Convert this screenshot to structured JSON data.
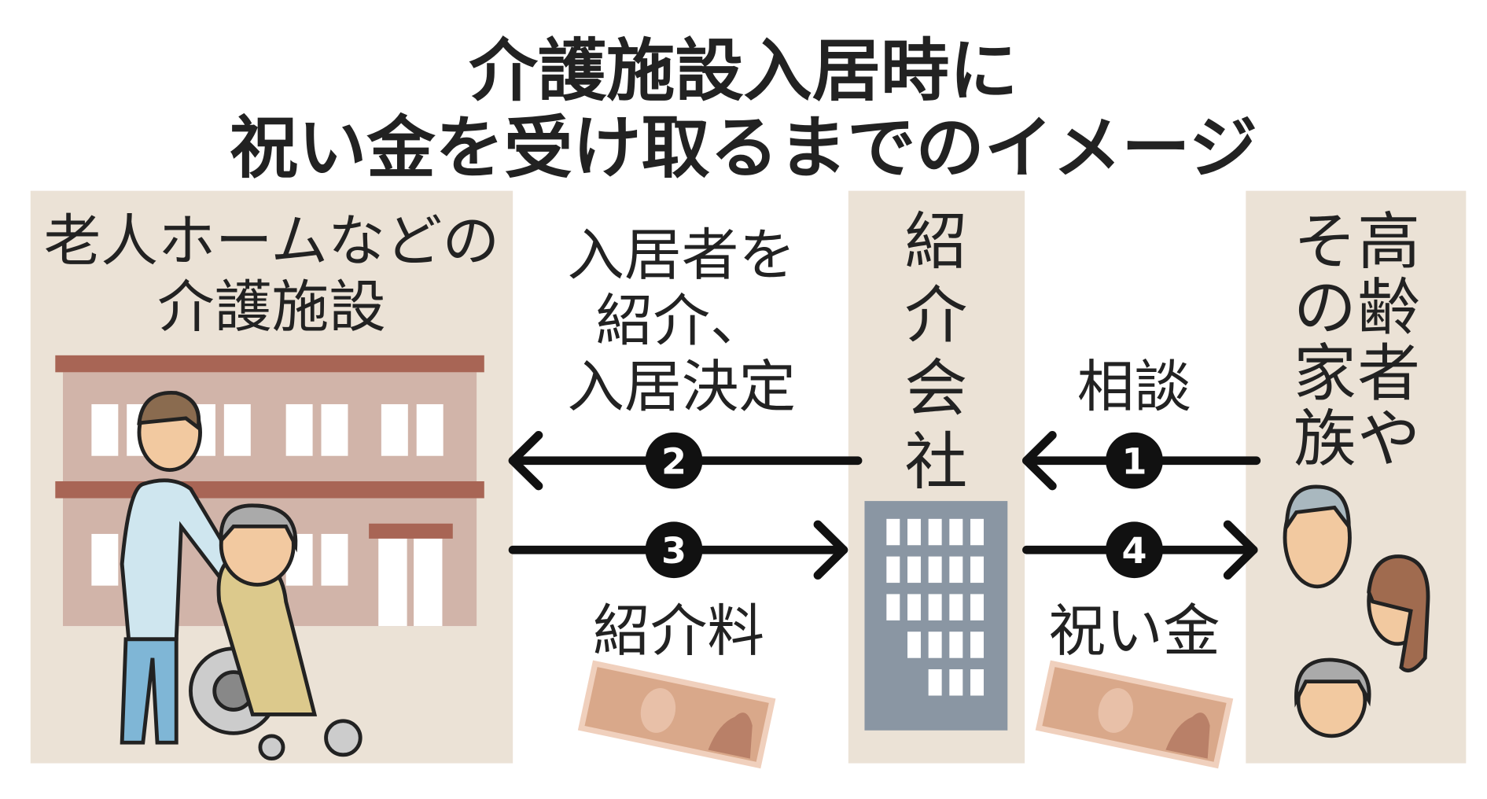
{
  "title": {
    "line1": "介護施設入居時に",
    "line2": "祝い金を受け取るまでのイメージ"
  },
  "facility": {
    "line1": "老人ホームなどの",
    "line2": "介護施設"
  },
  "agency": {
    "chars": [
      "紹",
      "介",
      "会",
      "社"
    ]
  },
  "family": {
    "col1": [
      "高",
      "齢",
      "者",
      "や"
    ],
    "col2": [
      "そ",
      "の",
      "家",
      "族"
    ]
  },
  "flows": {
    "introduce": {
      "line1": "入居者を",
      "line2": "紹介、",
      "line3": "入居決定",
      "step": "2"
    },
    "consult": {
      "label": "相談",
      "step": "1"
    },
    "fee": {
      "label": "紹介料",
      "step": "3"
    },
    "gift": {
      "label": "祝い金",
      "step": "4"
    }
  },
  "colors": {
    "panel": "#ebe2d6",
    "roof": "#a86555",
    "wall": "#d1b4a9",
    "office": "#8a96a3",
    "bill": "#d9a88a"
  }
}
